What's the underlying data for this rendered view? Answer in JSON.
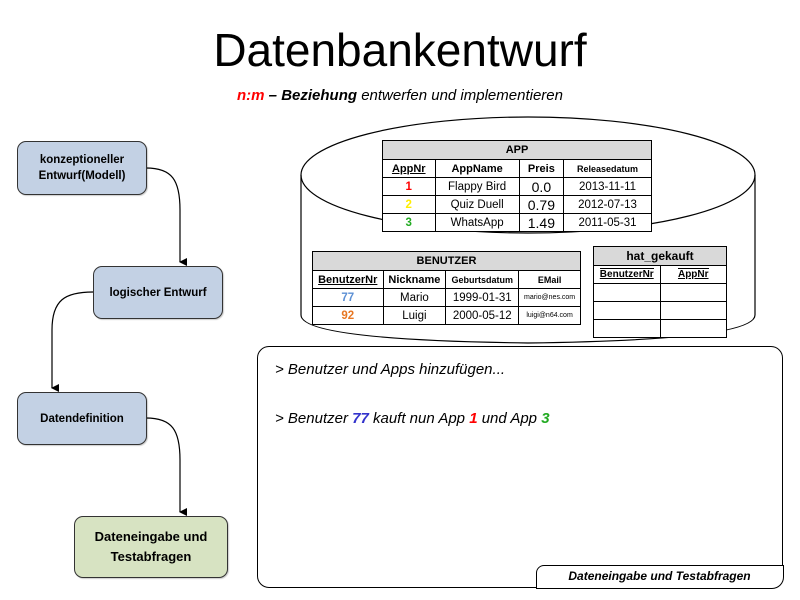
{
  "title": "Datenbankentwurf",
  "subtitle": {
    "relation": "n:m",
    "dash": " – ",
    "bold": "Beziehung",
    "rest": " entwerfen und implementieren"
  },
  "flow": {
    "step1": "konzeptioneller Entwurf(Modell)",
    "step1_line1": "konzeptioneller",
    "step1_line2": "Entwurf(Modell)",
    "step2": "logischer Entwurf",
    "step3": "Datendefinition",
    "step4_line1": "Dateneingabe und",
    "step4_line2": "Testabfragen"
  },
  "colors": {
    "step_blue": "#c3d1e4",
    "step_green": "#d7e3c2",
    "app1": "#ff0000",
    "app2": "#ffee00",
    "app3": "#22aa22",
    "user77": "#5b8fd4",
    "user92": "#e87722"
  },
  "tables": {
    "app": {
      "name": "APP",
      "columns": [
        "AppNr",
        "AppName",
        "Preis",
        "Releasedatum"
      ],
      "rows": [
        {
          "nr": "1",
          "name": "Flappy Bird",
          "preis": "0.0",
          "datum": "2013-11-11"
        },
        {
          "nr": "2",
          "name": "Quiz Duell",
          "preis": "0.79",
          "datum": "2012-07-13"
        },
        {
          "nr": "3",
          "name": "WhatsApp",
          "preis": "1.49",
          "datum": "2011-05-31"
        }
      ]
    },
    "benutzer": {
      "name": "BENUTZER",
      "columns": [
        "BenutzerNr",
        "Nickname",
        "Geburtsdatum",
        "EMail"
      ],
      "rows": [
        {
          "nr": "77",
          "nick": "Mario",
          "geb": "1999-01-31",
          "email": "mario@nes.com"
        },
        {
          "nr": "92",
          "nick": "Luigi",
          "geb": "2000-05-12",
          "email": "luigi@n64.com"
        }
      ]
    },
    "hat_gekauft": {
      "name": "hat_gekauft",
      "columns": [
        "BenutzerNr",
        "AppNr"
      ],
      "empty_rows": 3
    }
  },
  "terminal": {
    "line1": "> Benutzer und Apps hinzufügen...",
    "line2_a": "> Benutzer ",
    "line2_user": "77",
    "line2_b": " kauft nun App ",
    "line2_app1": "1",
    "line2_c": " und App ",
    "line2_app3": "3",
    "tab_label": "Dateneingabe und Testabfragen"
  }
}
